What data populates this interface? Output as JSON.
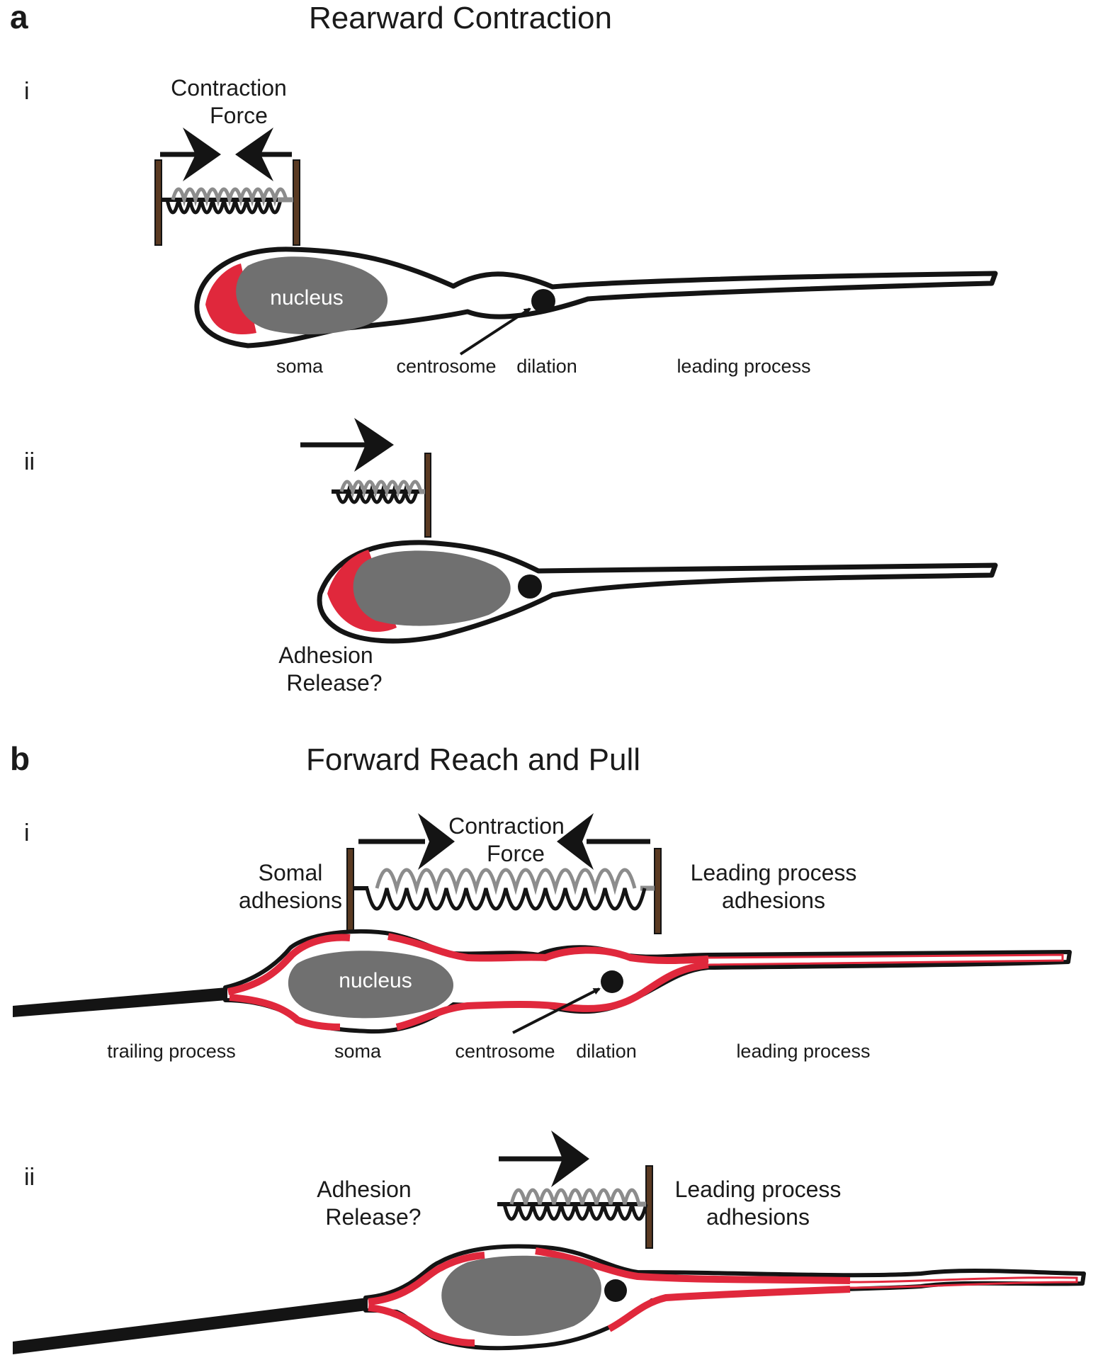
{
  "colors": {
    "outline": "#141414",
    "nucleus": "#707070",
    "adhesion_red": "#e0283c",
    "post_brown": "#5a3a22",
    "spring_black": "#141414",
    "spring_gray": "#8c8c8c"
  },
  "panel_a": {
    "letter": "a",
    "title": "Rearward Contraction",
    "step_i": {
      "roman": "i",
      "force_label": [
        "Contraction",
        "Force"
      ],
      "nucleus": "nucleus",
      "soma": "soma",
      "centrosome": "centrosome",
      "dilation": "dilation",
      "leading_process": "leading process"
    },
    "step_ii": {
      "roman": "ii",
      "adhesion_release": [
        "Adhesion",
        "Release?"
      ]
    }
  },
  "panel_b": {
    "letter": "b",
    "title": "Forward Reach and Pull",
    "step_i": {
      "roman": "i",
      "force_label": [
        "Contraction",
        "Force"
      ],
      "somal_adhesions": [
        "Somal",
        "adhesions"
      ],
      "leading_adhesions": [
        "Leading process",
        "adhesions"
      ],
      "nucleus": "nucleus",
      "trailing_process": "trailing process",
      "soma": "soma",
      "centrosome": "centrosome",
      "dilation": "dilation",
      "leading_process": "leading process"
    },
    "step_ii": {
      "roman": "ii",
      "adhesion_release": [
        "Adhesion",
        "Release?"
      ],
      "leading_adhesions": [
        "Leading process",
        "adhesions"
      ]
    }
  }
}
